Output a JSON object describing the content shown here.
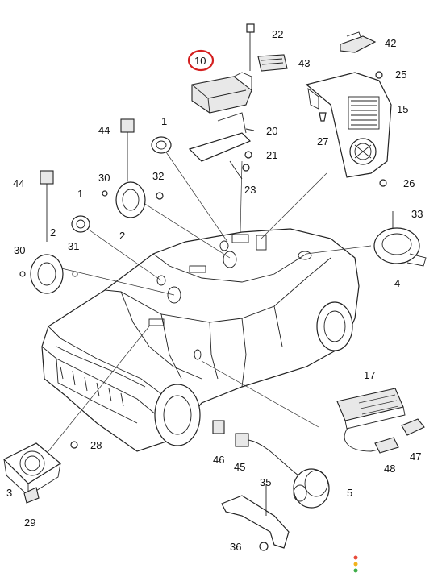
{
  "diagram": {
    "callouts": [
      "22",
      "43",
      "10",
      "42",
      "25",
      "15",
      "44",
      "1",
      "20",
      "21",
      "27",
      "30",
      "32",
      "23",
      "26",
      "44",
      "1",
      "33",
      "2",
      "2",
      "30",
      "31",
      "4",
      "17",
      "28",
      "46",
      "45",
      "47",
      "48",
      "3",
      "35",
      "5",
      "29",
      "36"
    ],
    "highlight_color": "#d42020",
    "dot_colors": [
      "#e84b3a",
      "#f2b21c",
      "#3fae49"
    ]
  }
}
